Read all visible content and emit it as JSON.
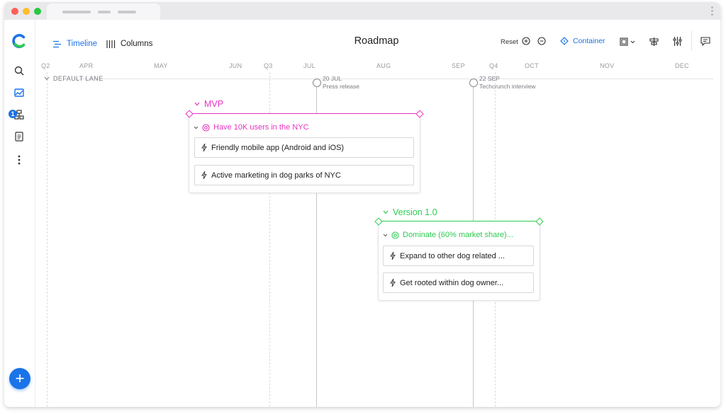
{
  "app": {
    "title": "Roadmap"
  },
  "colors": {
    "accent": "#1a73e8",
    "mvp": "#e832c2",
    "version": "#2ecc52",
    "logo_blue": "#1a73e8",
    "logo_green": "#2ecc52"
  },
  "sidebar": {
    "items": [
      {
        "icon": "search-icon"
      },
      {
        "icon": "roadmap-icon"
      },
      {
        "icon": "hierarchy-icon",
        "badge": "1"
      },
      {
        "icon": "document-icon"
      },
      {
        "icon": "more-vertical-icon"
      }
    ],
    "fab": "+"
  },
  "toolbar": {
    "views": [
      {
        "label": "Timeline",
        "active": true
      },
      {
        "label": "Columns",
        "active": false
      }
    ],
    "reset_label": "Reset",
    "container_label": "Container"
  },
  "timeline": {
    "quarters": [
      "Q2",
      "Q3",
      "Q4"
    ],
    "months": [
      "APR",
      "MAY",
      "JUN",
      "JUL",
      "AUG",
      "SEP",
      "OCT",
      "NOV",
      "DEC"
    ],
    "lane": "DEFAULT LANE",
    "milestones": [
      {
        "date": "20 JUL",
        "label": "Press release"
      },
      {
        "date": "22 SEP",
        "label": "Techcrunch interview"
      }
    ]
  },
  "containers": [
    {
      "title": "MVP",
      "goal": "Have 10K users in the NYC",
      "items": [
        "Friendly mobile app (Android and iOS)",
        "Active marketing in dog parks of NYC"
      ]
    },
    {
      "title": "Version 1.0",
      "goal": "Dominate (60% market share)...",
      "items": [
        "Expand to other dog related ...",
        "Get rooted within dog owner..."
      ]
    }
  ]
}
